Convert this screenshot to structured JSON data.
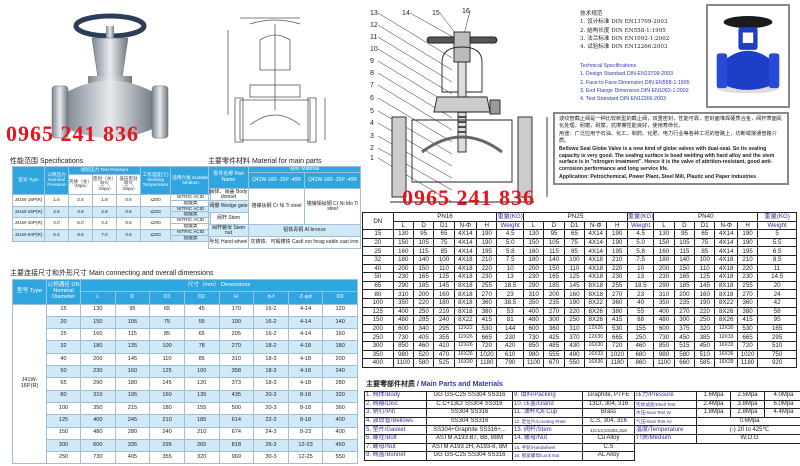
{
  "watermark": "0965 241 836",
  "colors": {
    "header_blue": "#2fa6e0",
    "row_alt": "#cfe9f8",
    "watermark_red": "#e8141b",
    "english_spec_blue": "#2b3bb0"
  },
  "specifications": {
    "title": "性能范围 Specifications",
    "headers": {
      "type": "型号 Type",
      "nominal": "公称压力 Nominal Pressure",
      "test": "试验压力 Test Pressure",
      "shell": "壳体（水）（Mpa）",
      "seal": "密封（水）空气（Mpa）",
      "low": "低压密封 空气（Mpa）",
      "temp": "工作温度(℃) Working Temperature",
      "medium": "适用介质 Suitable Medium"
    },
    "rows": [
      [
        "J41W-16P(R)",
        "1.6",
        "2.4",
        "1.8",
        "0.6",
        "≤200",
        "NITRIC ACID",
        "醋酸类"
      ],
      [
        "J41W-25P(R)",
        "2.5",
        "3.8",
        "2.8",
        "0.6",
        "≤200",
        "NITRIC ACID",
        "醋酸类"
      ],
      [
        "J41W-40P(R)",
        "4.0",
        "6.0",
        "4.4",
        "0.6",
        "≤200",
        "NITRIC ACID",
        "醋酸类"
      ],
      [
        "J41W-64P(R)",
        "6.4",
        "9.6",
        "7.0",
        "0.6",
        "≤200",
        "NITRIC ACID",
        "醋酸类"
      ]
    ]
  },
  "materials": {
    "title": "主要零件材料 Material for main parts",
    "part_name": "零件名称 Part Name",
    "material": "材料 Material",
    "col1": "Q41W-16R -25P -40R",
    "col2": "Q41W-16R -25P -40R",
    "parts_group": [
      "阀体、阀盖 Body donnet",
      "阀瓣 Wedge gate",
      "阀杆 Stem"
    ],
    "group_m1": "铬镍钛钢 Cr Ni Ti steel",
    "group_m2": "铬镍钼钛钢 Cr Ni Mo Ti steel",
    "stem_nut": "阀杆螺母 Stem nut",
    "stem_nut_m": "铝铁青铜 Al bronze",
    "hand_wheel": "手轮 Hand wheel",
    "hand_wheel_m": "灰铸铁、可锻铸铁 Castl ron forag eable cast iron"
  },
  "dimensions": {
    "title": "主要连接尺寸和外形尺寸 Main connecting and overall dimensions",
    "type_h": "型号 Type",
    "dn_h": "公称通径 DN Nominal Diameter",
    "dim_h": "尺寸（mm） Dimensions",
    "cols": [
      "L",
      "D",
      "D1",
      "D2",
      "H",
      "b-f",
      "Z-φd",
      "D0"
    ],
    "type": "J41W-16P(R)",
    "rows": [
      [
        "15",
        "130",
        "95",
        "65",
        "45",
        "170",
        "16-2",
        "4-14",
        "120"
      ],
      [
        "20",
        "150",
        "105",
        "75",
        "55",
        "190",
        "16-2",
        "4-14",
        "140"
      ],
      [
        "25",
        "160",
        "115",
        "85",
        "65",
        "205",
        "16-2",
        "4-14",
        "160"
      ],
      [
        "32",
        "180",
        "135",
        "100",
        "78",
        "270",
        "18-2",
        "4-18",
        "180"
      ],
      [
        "40",
        "200",
        "145",
        "110",
        "85",
        "310",
        "18-3",
        "4-18",
        "200"
      ],
      [
        "50",
        "230",
        "160",
        "125",
        "100",
        "358",
        "18-3",
        "4-18",
        "240"
      ],
      [
        "65",
        "290",
        "180",
        "145",
        "120",
        "373",
        "18-3",
        "4-18",
        "280"
      ],
      [
        "80",
        "310",
        "195",
        "160",
        "135",
        "435",
        "20-3",
        "8-18",
        "320"
      ],
      [
        "100",
        "350",
        "215",
        "180",
        "155",
        "500",
        "20-3",
        "8-18",
        "360"
      ],
      [
        "125",
        "400",
        "245",
        "210",
        "185",
        "614",
        "22-3",
        "8-18",
        "400"
      ],
      [
        "150",
        "480",
        "280",
        "240",
        "210",
        "674",
        "24-3",
        "8-23",
        "400"
      ],
      [
        "200",
        "600",
        "335",
        "295",
        "265",
        "818",
        "26-3",
        "12-23",
        "450"
      ],
      [
        "250",
        "730",
        "405",
        "355",
        "320",
        "969",
        "30-3",
        "12-25",
        "550"
      ]
    ]
  },
  "drawing_labels": [
    "1",
    "2",
    "3",
    "4",
    "5",
    "6",
    "7",
    "8",
    "9",
    "10",
    "11",
    "12",
    "13",
    "14",
    "15",
    "16"
  ],
  "tech_spec": {
    "cn_title": "技术规范",
    "cn": [
      "1. 设计标准 DIN EN13709-2003",
      "2. 结构长度 DIN EN558-1:1995",
      "3. 法兰标准 DIN EN1092-1:2002",
      "4. 试验标准 DIN EN12266:2003"
    ],
    "en_title": "Technical Specifications",
    "en": [
      "1. Design Standard DIN EN13709-2003",
      "2. Face to Face Dimension DIN EN558-1:1995",
      "3. End Flange Dimension DIN EN1092-1:2002",
      "4. Test Standard DIN EN12266:2003"
    ]
  },
  "description": {
    "cn1": "波纹管截止阀是一种比较新型的截止阀，双重密封，性能可靠，密封面堆焊硬质合金，阀杆表面氮化处理，耐磨，耐腐，抗摩擦性能良好，使用寿命长。",
    "cn2": "用途：广泛应用于石油、化工、制药、化肥、电力行业等各种工况的管路上，切断或接通管路介质。",
    "en": "Bellows Seal Globe Valve is a new kind of globe valves with dual-seal. So its sealing capacity is very good. The sealing surface is bead welding with hard alloy and the stem surface is in \"nitrogen treatment\". Hence it is the valve of attrition-resistant, good anti-corrosion performance and long service life.",
    "application": "Application: Petrochemical, Power Plant, Steel Mill, Plastic and Paper industries"
  },
  "pressure_table": {
    "dn": "DN",
    "pn16": "PN16",
    "pn25": "PN25",
    "pn40": "PN40",
    "weight_cn": "重量(KG)",
    "weight": "Weight",
    "cols": [
      "L",
      "D",
      "D1",
      "N-Φ",
      "H"
    ],
    "rows": [
      [
        "15",
        "130",
        "95",
        "65",
        "4X14",
        "190",
        "4.5",
        "130",
        "95",
        "65",
        "4X14",
        "190",
        "4.5",
        "130",
        "95",
        "65",
        "4X14",
        "190",
        "5"
      ],
      [
        "20",
        "150",
        "105",
        "75",
        "4X14",
        "190",
        "5.0",
        "150",
        "105",
        "75",
        "4X14",
        "190",
        "5.0",
        "150",
        "105",
        "75",
        "4X14",
        "190",
        "5.5"
      ],
      [
        "25",
        "160",
        "115",
        "85",
        "4X14",
        "195",
        "5.8",
        "160",
        "115",
        "85",
        "4X14",
        "195",
        "5.8",
        "160",
        "115",
        "85",
        "4X14",
        "195",
        "6.5"
      ],
      [
        "32",
        "180",
        "140",
        "100",
        "4X18",
        "210",
        "7.5",
        "180",
        "140",
        "100",
        "4X18",
        "210",
        "7.5",
        "180",
        "140",
        "100",
        "4X18",
        "210",
        "8.5"
      ],
      [
        "40",
        "200",
        "150",
        "110",
        "4X18",
        "220",
        "10",
        "200",
        "150",
        "110",
        "4X18",
        "220",
        "10",
        "200",
        "150",
        "110",
        "4X18",
        "220",
        "11"
      ],
      [
        "50",
        "230",
        "165",
        "125",
        "4X18",
        "230",
        "13",
        "230",
        "165",
        "125",
        "4X18",
        "230",
        "13",
        "230",
        "165",
        "125",
        "4X18",
        "230",
        "14.5"
      ],
      [
        "65",
        "290",
        "185",
        "145",
        "8X18",
        "255",
        "18.5",
        "290",
        "185",
        "145",
        "8X18",
        "255",
        "18.5",
        "290",
        "185",
        "145",
        "8X18",
        "255",
        "20"
      ],
      [
        "80",
        "310",
        "200",
        "160",
        "8X18",
        "270",
        "23",
        "310",
        "200",
        "160",
        "8X18",
        "270",
        "23",
        "310",
        "200",
        "160",
        "8X18",
        "270",
        "24"
      ],
      [
        "100",
        "350",
        "220",
        "180",
        "8X18",
        "360",
        "38.5",
        "350",
        "235",
        "190",
        "8X22",
        "360",
        "40",
        "350",
        "235",
        "190",
        "8X22",
        "360",
        "42"
      ],
      [
        "125",
        "400",
        "250",
        "210",
        "8X18",
        "380",
        "53",
        "400",
        "270",
        "220",
        "8X26",
        "380",
        "55",
        "400",
        "270",
        "220",
        "8X26",
        "380",
        "58"
      ],
      [
        "150",
        "480",
        "285",
        "240",
        "8X22",
        "415",
        "81",
        "480",
        "300",
        "250",
        "8X26",
        "415",
        "88",
        "480",
        "300",
        "250",
        "8X26",
        "415",
        "95"
      ],
      [
        "200",
        "600",
        "340",
        "295",
        "12X22",
        "530",
        "144",
        "600",
        "360",
        "310",
        "12X26",
        "530",
        "155",
        "600",
        "375",
        "320",
        "12X30",
        "530",
        "165"
      ],
      [
        "250",
        "730",
        "405",
        "355",
        "12X26",
        "665",
        "230",
        "730",
        "425",
        "370",
        "12X30",
        "665",
        "250",
        "730",
        "450",
        "385",
        "12X33",
        "665",
        "295"
      ],
      [
        "300",
        "850",
        "460",
        "410",
        "12X26",
        "720",
        "420",
        "850",
        "485",
        "430",
        "16X30",
        "720",
        "460",
        "850",
        "515",
        "450",
        "16X33",
        "720",
        "510"
      ],
      [
        "350",
        "980",
        "520",
        "470",
        "16X26",
        "1020",
        "610",
        "980",
        "555",
        "490",
        "16X33",
        "1020",
        "680",
        "980",
        "580",
        "510",
        "16X36",
        "1020",
        "750"
      ],
      [
        "400",
        "1100",
        "580",
        "525",
        "16X30",
        "1180",
        "790",
        "1100",
        "670",
        "550",
        "16X36",
        "1180",
        "860",
        "1100",
        "660",
        "585",
        "16X39",
        "1180",
        "920"
      ]
    ]
  },
  "main_parts": {
    "title_cn": "主要零部件材质 / ",
    "title_en": "Main Parts and Materials",
    "rows": [
      [
        "1. 阀体/Body",
        "GG GS-C25  SS304  SS316",
        "9. 填料/Packing",
        "Graphite, PTFE",
        "压力/Pressure",
        "1.6Mpa",
        "2.5Mpa",
        "4.0Mpa"
      ],
      [
        "2. 阀瓣/Disc",
        "C.C+13Cr  SS304  SS316",
        "10. 压盖/Gland",
        "13Cr, 304, 316",
        "壳体试验/Shell Test",
        "2.4Mpa",
        "3.8Mpa",
        "6.0Mpa"
      ],
      [
        "3. 销钉/Pin",
        "SS304  SS316",
        "11. 油杯/Oil Cup",
        "Brass",
        "水压/Seal Test W.",
        "1.8Mpa",
        "2.8Mpa",
        "4.4Mpa"
      ],
      [
        "4. 波纹管/Bellows",
        "SS304  SS316",
        "12. 定位片/Locating Plate",
        "C.S, 304, 316",
        "气压/Seal Tets Air",
        "0.6Mpa"
      ],
      [
        "5. 垫片/Gasket",
        "SS304+Graphite SS316+...",
        "13. 阀杆/Stem",
        "1Cr13,SS304,316",
        "温度/Temperature",
        "(-) 20 to 425℃"
      ],
      [
        "6. 螺栓/Bolt",
        "ASTM A193 B7, B8, B8M",
        "14. 螺母/Nut",
        "Cu Alloy",
        "介质/Medium",
        "W.O.G"
      ],
      [
        "7. 螺母/Nut",
        "ASTM A193 2H, A193-8, 8M",
        "15. 手轮/Handwheel",
        "C.S"
      ],
      [
        "8. 阀盖/Bonnet",
        "GG GS-C25  SS304  SS316",
        "16. 锁紧螺母/Lock Nut",
        "AL Alloy"
      ]
    ]
  }
}
